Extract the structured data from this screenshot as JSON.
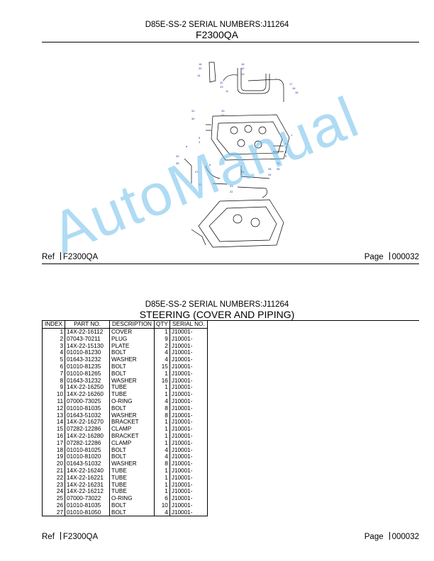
{
  "top": {
    "series": "D85E-SS-2 SERIAL NUMBERS:J11264",
    "code": "F2300QA"
  },
  "diagram_callouts": [
    "18",
    "20",
    "14",
    "12",
    "13",
    "11",
    "10",
    "19",
    "17",
    "16",
    "15",
    "31",
    "30",
    "33",
    "32",
    "1",
    "5",
    "4",
    "6",
    "7",
    "8",
    "9",
    "29",
    "28",
    "27",
    "26",
    "25",
    "24",
    "23",
    "22",
    "21",
    "34",
    "35",
    "b",
    "a"
  ],
  "footer1": {
    "ref_label": "Ref",
    "ref_value": "F2300QA",
    "page_label": "Page",
    "page_value": "000032"
  },
  "bottom": {
    "series": "D85E-SS-2 SERIAL NUMBERS:J11264",
    "title": "STEERING (COVER AND PIPING)"
  },
  "table": {
    "headers": [
      "INDEX",
      "PART NO.",
      "DESCRIPTION",
      "QTY",
      "SERIAL NO."
    ],
    "rows": [
      [
        "1",
        "14X-22-16112",
        "COVER",
        "1",
        "J10001-"
      ],
      [
        "2",
        "07043-70211",
        "PLUG",
        "9",
        "J10001-"
      ],
      [
        "3",
        "14X-22-15130",
        "PLATE",
        "2",
        "J10001-"
      ],
      [
        "4",
        "01010-81230",
        "BOLT",
        "4",
        "J10001-"
      ],
      [
        "5",
        "01643-31232",
        "WASHER",
        "4",
        "J10001-"
      ],
      [
        "6",
        "01010-81235",
        "BOLT",
        "15",
        "J10001-"
      ],
      [
        "7",
        "01010-81265",
        "BOLT",
        "1",
        "J10001-"
      ],
      [
        "8",
        "01643-31232",
        "WASHER",
        "16",
        "J10001-"
      ],
      [
        "9",
        "14X-22-16250",
        "TUBE",
        "1",
        "J10001-"
      ],
      [
        "10",
        "14X-22-16260",
        "TUBE",
        "1",
        "J10001-"
      ],
      [
        "11",
        "07000-73025",
        "O-RING",
        "4",
        "J10001-"
      ],
      [
        "12",
        "01010-81035",
        "BOLT",
        "8",
        "J10001-"
      ],
      [
        "13",
        "01643-51032",
        "WASHER",
        "8",
        "J10001-"
      ],
      [
        "14",
        "14X-22-16270",
        "BRACKET",
        "1",
        "J10001-"
      ],
      [
        "15",
        "07282-12286",
        "CLAMP",
        "1",
        "J10001-"
      ],
      [
        "16",
        "14X-22-16280",
        "BRACKET",
        "1",
        "J10001-"
      ],
      [
        "17",
        "07282-12286",
        "CLAMP",
        "1",
        "J10001-"
      ],
      [
        "18",
        "01010-81025",
        "BOLT",
        "4",
        "J10001-"
      ],
      [
        "19",
        "01010-81020",
        "BOLT",
        "4",
        "J10001-"
      ],
      [
        "20",
        "01643-51032",
        "WASHER",
        "8",
        "J10001-"
      ],
      [
        "21",
        "14X-22-16240",
        "TUBE",
        "1",
        "J10001-"
      ],
      [
        "22",
        "14X-22-16221",
        "TUBE",
        "1",
        "J10001-"
      ],
      [
        "23",
        "14X-22-16231",
        "TUBE",
        "1",
        "J10001-"
      ],
      [
        "24",
        "14X-22-16212",
        "TUBE",
        "1",
        "J10001-"
      ],
      [
        "25",
        "07000-73022",
        "O-RING",
        "6",
        "J10001-"
      ],
      [
        "26",
        "01010-81035",
        "BOLT",
        "10",
        "J10001-"
      ],
      [
        "27",
        "01010-81050",
        "BOLT",
        "4",
        "J10001-"
      ]
    ]
  },
  "footer2": {
    "ref_label": "Ref",
    "ref_value": "F2300QA",
    "page_label": "Page",
    "page_value": "000032"
  },
  "watermark": "AutoManual"
}
